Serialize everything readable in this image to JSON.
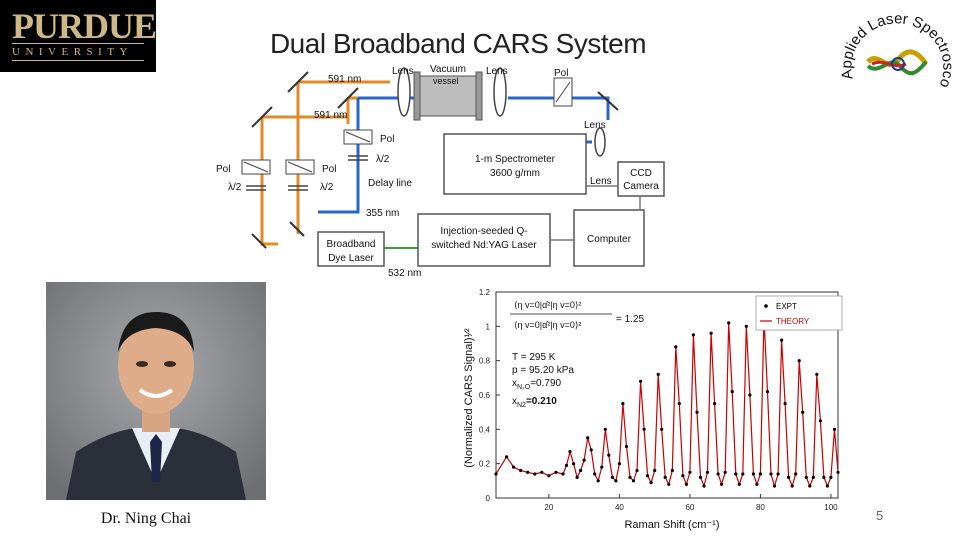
{
  "slide": {
    "title": "Dual Broadband CARS System",
    "page_number": "5"
  },
  "logo": {
    "word": "PURDUE",
    "sub": "UNIVERSITY"
  },
  "seal": {
    "text": "Applied Laser Spectroscopy Laboratory"
  },
  "diagram": {
    "labels": {
      "wl_591_top": "591 nm",
      "wl_591_mid": "591 nm",
      "lens_left": "Lens",
      "vacuum_1": "Vacuum",
      "vacuum_2": "vessel",
      "lens_right": "Lens",
      "pol_top": "Pol",
      "lens_side": "Lens",
      "pol_center": "Pol",
      "lambda_center": "λ/2",
      "delay_line": "Delay line",
      "pol_left": "Pol",
      "lambda_left": "λ/2",
      "pol_mid": "Pol",
      "lambda_mid": "λ/2",
      "spectrometer_1": "1-m Spectrometer",
      "spectrometer_2": "3600 g/mm",
      "lens_ccd": "Lens",
      "ccd_1": "CCD",
      "ccd_2": "Camera",
      "wl_355": "355 nm",
      "dye_1": "Broadband",
      "dye_2": "Dye Laser",
      "yag_1": "Injection-seeded Q-",
      "yag_2": "switched Nd:YAG Laser",
      "computer": "Computer",
      "wl_532": "532 nm"
    }
  },
  "photo": {
    "caption": "Dr. Ning Chai"
  },
  "chart_data": {
    "type": "line",
    "xlabel": "Raman Shift (cm⁻¹)",
    "ylabel": "(Normalized CARS Signal)¹⁄²",
    "xlim": [
      5,
      102
    ],
    "ylim": [
      0,
      1.2
    ],
    "x_ticks": [
      20,
      40,
      60,
      80,
      100
    ],
    "y_ticks": [
      "0",
      "0.2",
      "0.4",
      "0.6",
      "0.8",
      "1",
      "1.2"
    ],
    "legend": [
      {
        "label": "EXPT",
        "style": "dots",
        "color": "#000000"
      },
      {
        "label": "THEORY",
        "style": "line",
        "color": "#cc0000"
      }
    ],
    "legend_position": "top-right",
    "annotations": {
      "ratio_value": "= 1.25",
      "temperature": "T = 295 K",
      "pressure": "p = 95.20 kPa",
      "x_n2o": "x",
      "x_n2o_sub": "N₂O",
      "x_n2o_val": "=0.790",
      "x_n2": "x",
      "x_n2_sub": "N2",
      "x_n2_val": "=0.210"
    },
    "series": [
      {
        "name": "THEORY",
        "x": [
          5,
          8,
          10,
          12,
          14,
          16,
          18,
          20,
          22,
          24,
          25,
          26,
          27,
          28,
          29,
          30,
          31,
          32,
          33,
          34,
          35,
          36,
          37,
          38,
          39,
          40,
          41,
          42,
          43,
          44,
          45,
          46,
          47,
          48,
          49,
          50,
          51,
          52,
          53,
          54,
          55,
          56,
          57,
          58,
          59,
          60,
          61,
          62,
          63,
          64,
          65,
          66,
          67,
          68,
          69,
          70,
          71,
          72,
          73,
          74,
          75,
          76,
          77,
          78,
          79,
          80,
          81,
          82,
          83,
          84,
          85,
          86,
          87,
          88,
          89,
          90,
          91,
          92,
          93,
          94,
          95,
          96,
          97,
          98,
          99,
          100,
          101,
          102
        ],
        "values": [
          0.14,
          0.24,
          0.18,
          0.16,
          0.15,
          0.14,
          0.15,
          0.13,
          0.15,
          0.14,
          0.19,
          0.27,
          0.2,
          0.12,
          0.16,
          0.22,
          0.35,
          0.28,
          0.14,
          0.1,
          0.18,
          0.4,
          0.25,
          0.12,
          0.1,
          0.2,
          0.55,
          0.3,
          0.12,
          0.1,
          0.16,
          0.68,
          0.4,
          0.13,
          0.09,
          0.16,
          0.72,
          0.4,
          0.12,
          0.08,
          0.16,
          0.88,
          0.55,
          0.13,
          0.08,
          0.15,
          0.95,
          0.5,
          0.12,
          0.07,
          0.15,
          0.96,
          0.55,
          0.14,
          0.08,
          0.15,
          1.02,
          0.62,
          0.14,
          0.08,
          0.14,
          1.0,
          0.6,
          0.14,
          0.08,
          0.14,
          1.05,
          0.62,
          0.14,
          0.07,
          0.14,
          0.92,
          0.55,
          0.12,
          0.07,
          0.14,
          0.8,
          0.5,
          0.12,
          0.07,
          0.12,
          0.72,
          0.45,
          0.12,
          0.07,
          0.12,
          0.4,
          0.15
        ]
      }
    ]
  }
}
